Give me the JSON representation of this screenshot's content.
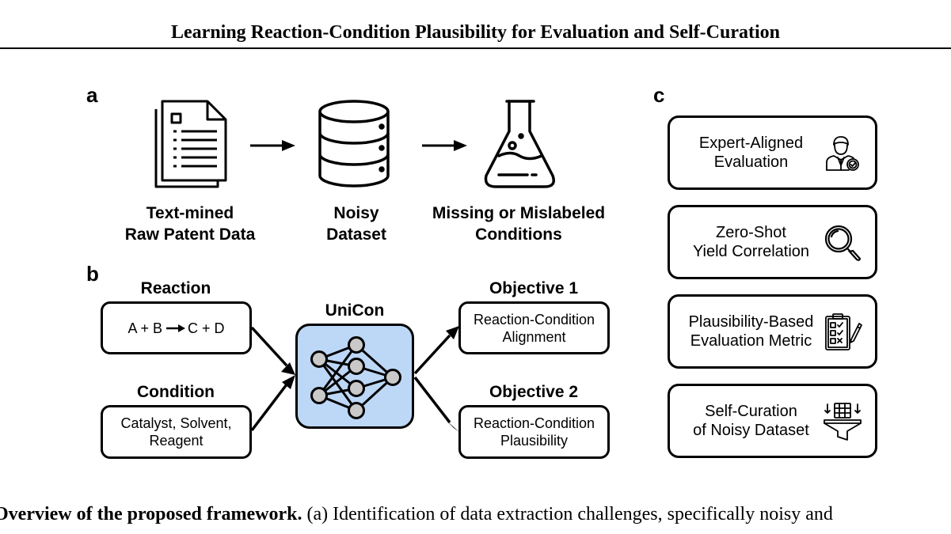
{
  "header": {
    "title": "Learning Reaction-Condition Plausibility for Evaluation and Self-Curation"
  },
  "panel_a": {
    "letter": "a",
    "items": [
      {
        "icon": "document-icon",
        "lines": [
          "Text-mined",
          "Raw Patent Data"
        ]
      },
      {
        "icon": "database-icon",
        "lines": [
          "Noisy",
          "Dataset"
        ]
      },
      {
        "icon": "flask-icon",
        "lines": [
          "Missing or Mislabeled",
          "Conditions"
        ]
      }
    ]
  },
  "panel_b": {
    "letter": "b",
    "reaction": {
      "title": "Reaction",
      "lhs": "A + B",
      "rhs": "C + D"
    },
    "condition": {
      "title": "Condition",
      "lines": [
        "Catalyst, Solvent,",
        "Reagent"
      ]
    },
    "model": {
      "title": "UniCon",
      "color": "#bdd7f6"
    },
    "objective1": {
      "title": "Objective 1",
      "lines": [
        "Reaction-Condition",
        "Alignment"
      ]
    },
    "objective2": {
      "title": "Objective 2",
      "lines": [
        "Reaction-Condition",
        "Plausibility"
      ]
    }
  },
  "panel_c": {
    "letter": "c",
    "items": [
      {
        "icon": "expert-icon",
        "lines": [
          "Expert-Aligned",
          "Evaluation"
        ]
      },
      {
        "icon": "magnifier-icon",
        "lines": [
          "Zero-Shot",
          "Yield Correlation"
        ]
      },
      {
        "icon": "checklist-icon",
        "lines": [
          "Plausibility-Based",
          "Evaluation Metric"
        ]
      },
      {
        "icon": "filter-funnel-icon",
        "lines": [
          "Self-Curation",
          "of Noisy Dataset"
        ]
      }
    ]
  },
  "caption": {
    "bold": "Overview of the proposed framework.",
    "text": " (a) Identification of data extraction challenges, specifically noisy and"
  }
}
